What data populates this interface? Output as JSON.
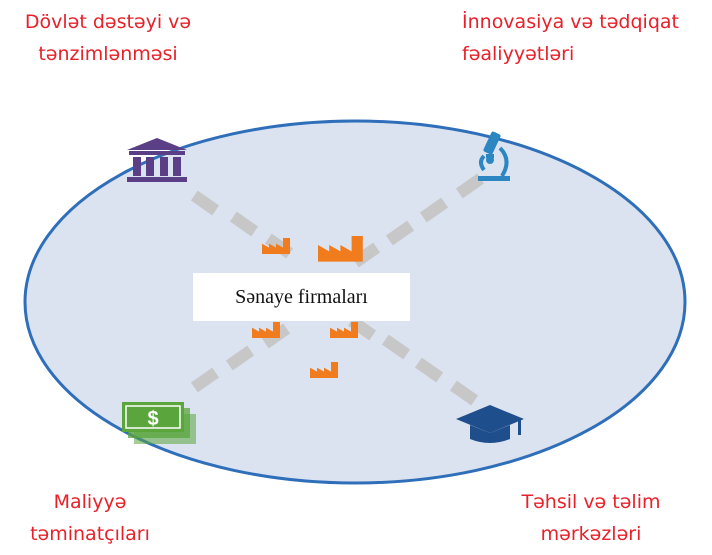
{
  "labels": {
    "top_left": "Dövlət dəstəyi və\ntənzimlənməsi",
    "top_right": "İnnovasiya və tədqiqat\nfəaliyyətləri",
    "bottom_left": "Maliyyə\ntəminatçıları",
    "bottom_right": "Təhsil və təlim\nmərkəzləri",
    "center": "Sənaye firmaları"
  },
  "icons": {
    "top_left": "bank-icon",
    "top_right": "microscope-icon",
    "bottom_left": "money-icon",
    "bottom_right": "graduation-cap-icon",
    "center": "factory-icon"
  },
  "money_symbol": "$",
  "colors": {
    "label_text": "#e8202a",
    "ellipse_fill": "#dbe3f1",
    "ellipse_stroke": "#2f6fba",
    "dash": "#c7c7c7",
    "factory": "#f07c1e",
    "bank": "#5a3e86",
    "microscope": "#2b86c2",
    "money": "#5aa63c",
    "cap": "#1f4e8c"
  }
}
